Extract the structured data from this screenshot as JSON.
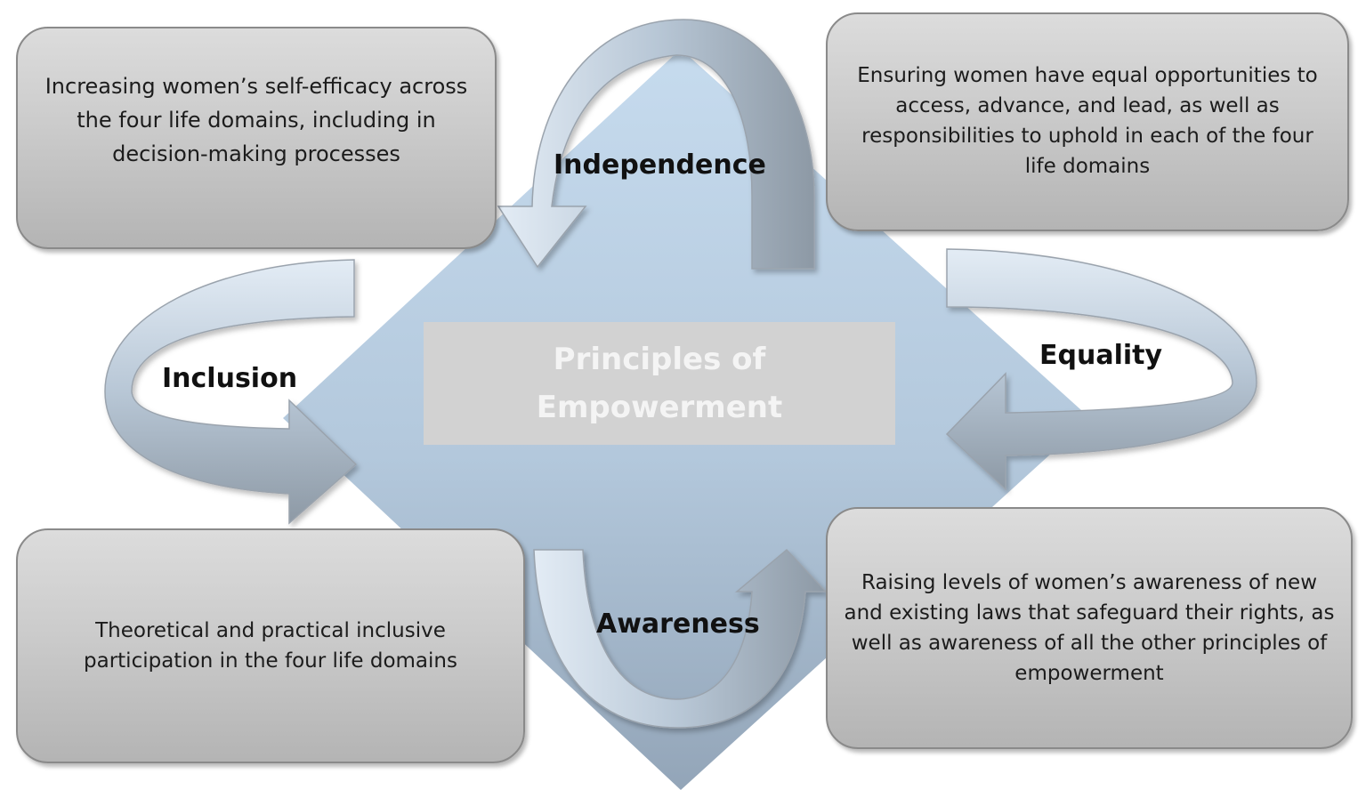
{
  "center": {
    "title": "Principles of Empowerment"
  },
  "principles": {
    "independence": "Independence",
    "equality": "Equality",
    "inclusion": "Inclusion",
    "awareness": "Awareness"
  },
  "boxes": {
    "top_left": "Increasing  women’s self-efficacy across the four life domains, including in decision-making processes",
    "top_right": "Ensuring women have equal opportunities to access, advance, and lead, as well as responsibilities to uphold in each of the four life domains",
    "bottom_left": "Theoretical and practical inclusive participation in the four life domains",
    "bottom_right": "Raising levels of women’s awareness of new and existing laws that safeguard their rights, as well as awareness of all the other principles of empowerment"
  },
  "colors": {
    "diamond_light": "#c8dbec",
    "diamond_dark": "#93a6ba",
    "arrow_light": "#dde7f1",
    "arrow_dark": "#8c99a6",
    "box_fill": "#c9c9c9",
    "box_border": "#8a8a8a",
    "center_box": "#d2d2d2",
    "center_text": "#f4f4f4"
  }
}
